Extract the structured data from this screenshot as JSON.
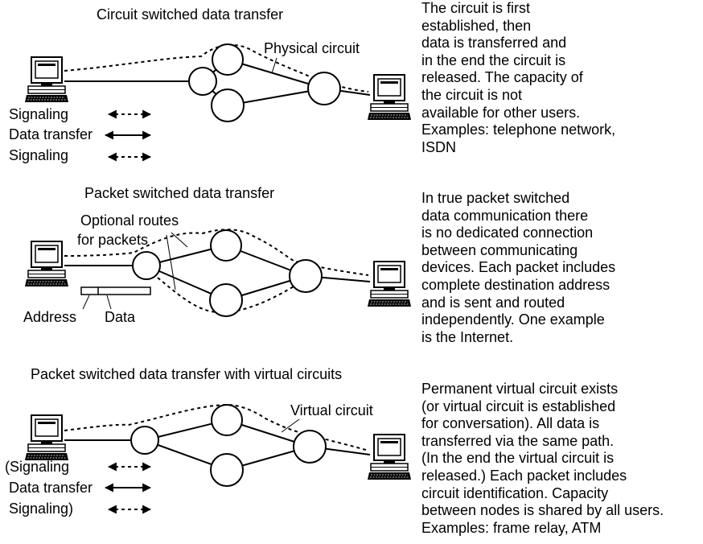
{
  "sections": [
    {
      "title": "Circuit switched data transfer",
      "callout": "Physical circuit",
      "legend": [
        "Signaling",
        "Data transfer",
        "Signaling"
      ],
      "description": [
        "The circuit is first",
        "established, then",
        "data is transferred and",
        "in the end the circuit is",
        "released. The capacity of",
        "the circuit is not",
        "available for other users.",
        "Examples: telephone network,",
        "ISDN"
      ]
    },
    {
      "title": "Packet switched data transfer",
      "callout": [
        "Optional routes",
        "for packets"
      ],
      "packet_labels": [
        "Address",
        "Data"
      ],
      "description": [
        "In true packet switched",
        "data communication there",
        "is no dedicated connection",
        "between communicating",
        "devices. Each packet  includes",
        "complete destination address",
        "and is sent and routed",
        "independently. One example",
        "is the Internet."
      ]
    },
    {
      "title": "Packet switched data transfer with virtual circuits",
      "callout": "Virtual circuit",
      "legend": [
        "(Signaling",
        "Data transfer",
        "Signaling)"
      ],
      "description": [
        "Permanent virtual circuit exists",
        "(or virtual circuit is established",
        "for conversation). All data is",
        "transferred via the same path.",
        "(In the end the virtual circuit is",
        "released.) Each packet includes",
        "circuit identification. Capacity",
        "between nodes is shared by all users.",
        "Examples: frame relay, ATM"
      ]
    }
  ],
  "icons": [
    "computer-icon",
    "network-node-icon",
    "dashed-double-arrow-icon",
    "solid-double-arrow-icon",
    "packet-icon"
  ]
}
